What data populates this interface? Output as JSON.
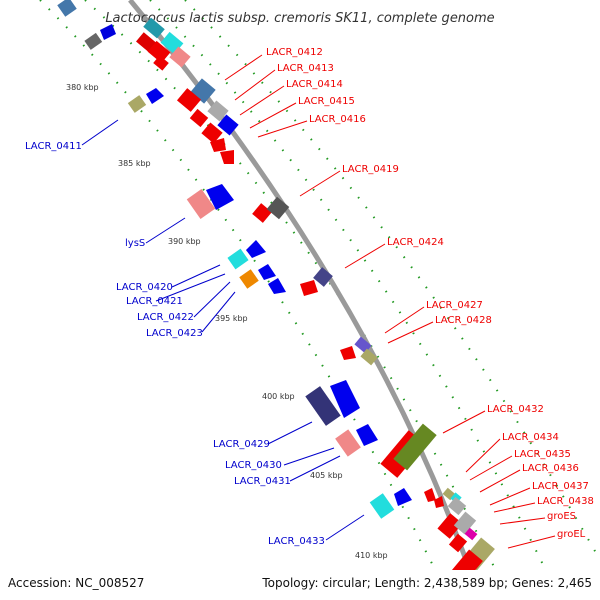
{
  "title": "Lactococcus lactis subsp. cremoris SK11, complete genome",
  "footer": {
    "accession": "Accession: NC_008527",
    "topology": "Topology: circular; Length: 2,438,589 bp; Genes: 2,465"
  },
  "colors": {
    "forward_label": "#ff0000",
    "reverse_label": "#0000cc",
    "backbone": "#999999"
  },
  "ticks": [
    "380 kbp",
    "385 kbp",
    "390 kbp",
    "395 kbp",
    "400 kbp",
    "405 kbp",
    "410 kbp"
  ],
  "labels_left": [
    "LACR_0411",
    "lysS",
    "LACR_0420",
    "LACR_0421",
    "LACR_0422",
    "LACR_0423",
    "LACR_0429",
    "LACR_0430",
    "LACR_0431",
    "LACR_0433"
  ],
  "labels_right": [
    "LACR_0412",
    "LACR_0413",
    "LACR_0414",
    "LACR_0415",
    "LACR_0416",
    "LACR_0419",
    "LACR_0424",
    "LACR_0427",
    "LACR_0428",
    "LACR_0432",
    "LACR_0434",
    "LACR_0435",
    "LACR_0436",
    "LACR_0437",
    "LACR_0438",
    "groES",
    "groEL"
  ]
}
